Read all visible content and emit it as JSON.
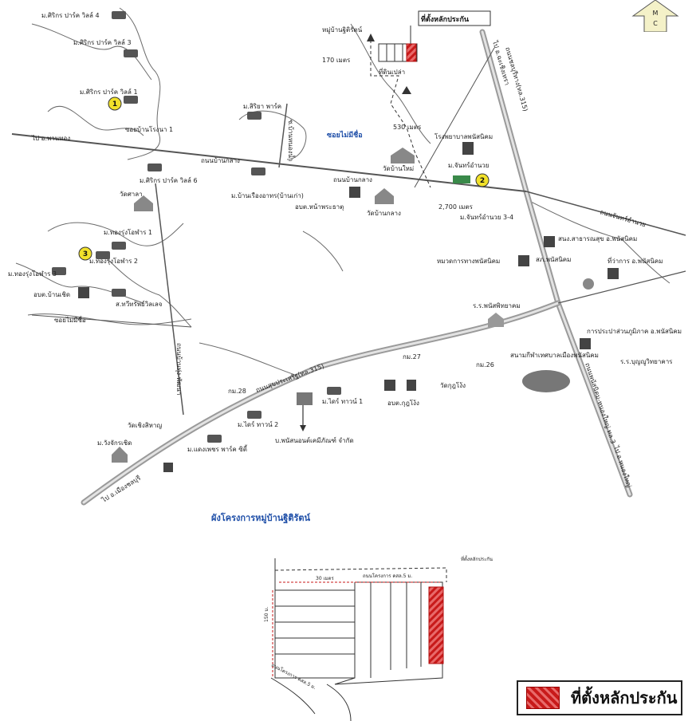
{
  "colors": {
    "accent_red": "#c81a1a",
    "label_blue": "#1f4fa8",
    "pin_yellow": "#f1e12a"
  },
  "compass": {
    "letters": "M\nC",
    "letter_m": "M",
    "letter_c": "C"
  },
  "legend": {
    "label": "ที่ตั้งหลักประกัน"
  },
  "main_map": {
    "collateral_label": "ที่ตั้งหลักประกัน",
    "village_name": "หมู่บ้านฐิติรัตน์",
    "empty_land": "ที่ดินเปล่า",
    "dist_170": "170 เมตร",
    "dist_530": "530 เมตร",
    "dist_2700": "2,700 เมตร",
    "soi_mai_mi_chue": "ซอยไม่มีชื่อ",
    "plan_title": "ผังโครงการหมู่บ้านฐิติรัตน์",
    "places": [
      {
        "id": "sirikorn4",
        "label": "ม.ศิริกร ปาร์ค วิลล์ 4"
      },
      {
        "id": "sirikorn3",
        "label": "ม.ศิริกร ปาร์ค วิลล์ 3"
      },
      {
        "id": "sirikorn1",
        "label": "ม.ศิริกร ปาร์ค วิลล์ 1"
      },
      {
        "id": "soi_bannongna",
        "label": "ซอยบ้านโรงนา 1"
      },
      {
        "id": "to_phanthong",
        "label": "ไป อ.พานทอง"
      },
      {
        "id": "rd_bankhlang",
        "label": "ถนนบ้านกลาง"
      },
      {
        "id": "rd_bankhlang2",
        "label": "ถนนบ้านกลาง"
      },
      {
        "id": "siriya",
        "label": "ม.สิริยา พาร์ค"
      },
      {
        "id": "soi_bannongnam",
        "label": "ซ.บ้านหนองน้ำ"
      },
      {
        "id": "sirikorn6",
        "label": "ม.ศิริกร ปาร์ค วิลล์ 6"
      },
      {
        "id": "watsala",
        "label": "วัดศาลา"
      },
      {
        "id": "banrueang",
        "label": "ม.บ้านเรืองอาทร(บ้านเก่า)"
      },
      {
        "id": "obt_na_phrathat",
        "label": "อบต.หน้าพระธาตุ"
      },
      {
        "id": "wat_bankhlang",
        "label": "วัดบ้านกลาง"
      },
      {
        "id": "wat_banmai",
        "label": "วัดบ้านใหม่"
      },
      {
        "id": "rongkhayaban",
        "label": "โรงพยาบาลพนัสนิคม"
      },
      {
        "id": "chanthamnuay",
        "label": "ม.จันทร์อำนวย"
      },
      {
        "id": "chanthamnuay34",
        "label": "ม.จันทร์อำนวย 3-4"
      },
      {
        "id": "rd_chonburi",
        "label": "ถนนชลบุรีทาง(ทล.315)"
      },
      {
        "id": "to_chachoengsao",
        "label": "ไป อ.ฉะเชิงเทรา"
      },
      {
        "id": "rd_chanthamnuay",
        "label": "ถนนจันทร์อำนวย"
      },
      {
        "id": "thongrung1",
        "label": "ม.ทองรุ่งโอฬาร 1"
      },
      {
        "id": "thongrung2",
        "label": "ม.ทองรุ่งโอฬาร 2"
      },
      {
        "id": "thongrung3",
        "label": "ม.ทองรุ่งโอฬาร 3"
      },
      {
        "id": "obt_banchoet",
        "label": "อบต.บ้านเชิด"
      },
      {
        "id": "s_sawatdi",
        "label": "ส.ทวีทรัพย์วิลเลจ"
      },
      {
        "id": "soi_mai_mi_chue2",
        "label": "ซอยไม่มีชื่อ"
      },
      {
        "id": "salaaw",
        "label": "สนง.สาธารณสุข อ.พนัสนิคม"
      },
      {
        "id": "tamruat",
        "label": "สภ.พนัสนิคม"
      },
      {
        "id": "thiwakan",
        "label": "ที่ว่าการ อ.พนัสนิคม"
      },
      {
        "id": "muan_rachaphan",
        "label": "หมวดการทางพนัสนิคม"
      },
      {
        "id": "rr_phanat",
        "label": "ร.ร.พนัสพิทยาคม"
      },
      {
        "id": "kanprapa",
        "label": "การประปาส่วนภูมิภาค อ.พนัสนิคม"
      },
      {
        "id": "rr_bunyu",
        "label": "ร.ร.บุญญูวิทยาคาร"
      },
      {
        "id": "rd_sukprasoet",
        "label": "ถนนสุขประเสริฐ(ทล.315)"
      },
      {
        "id": "km27",
        "label": "กม.27"
      },
      {
        "id": "km26",
        "label": "กม.26"
      },
      {
        "id": "km28",
        "label": "กม.28"
      },
      {
        "id": "sanam",
        "label": "สนามกีฬาเทศบาลเมืองพนัสนิคม"
      },
      {
        "id": "wat_khuyaeng",
        "label": "วัดกุฎโง้ง"
      },
      {
        "id": "obt_khuyaeng",
        "label": "อบต.กุฎโง้ง"
      },
      {
        "id": "dawn1",
        "label": "ม.ไดร์ ทาวน์ 1"
      },
      {
        "id": "dawn2",
        "label": "ม.ไดร์ ทาวน์ 2"
      },
      {
        "id": "phanat_chemical",
        "label": "บ.พนัสนอนต์เคมีภัณฑ์ จำกัด"
      },
      {
        "id": "rd_banthung",
        "label": "ถนนบ้านทุ่ง-พัฒนา"
      },
      {
        "id": "wat_choeng",
        "label": "วัดเชิงสิหาญ"
      },
      {
        "id": "wangchakchoet",
        "label": "ม.วังจักรเชิด"
      },
      {
        "id": "daenghue",
        "label": "ม.แดงเพชร พาร์ค ซิตี้"
      },
      {
        "id": "to_chonburi",
        "label": "ไป อ.เมืองชลบุรี"
      },
      {
        "id": "rd_phanat_nongyai",
        "label": "ถนนพนัสนิคม-หนองใหญ่ ทล.3"
      },
      {
        "id": "to_nongyai",
        "label": "ไป อ.หนองใหญ่"
      }
    ],
    "pins": [
      {
        "n": "1"
      },
      {
        "n": "2"
      },
      {
        "n": "3"
      }
    ]
  },
  "site_plan": {
    "collateral_label": "ที่ตั้งหลักประกัน",
    "width_label": "30 เมตร",
    "road_top": "ถนนโครงการ คสล.5 ม.",
    "depth_label": "150 ม.",
    "road_bottom": "ถนนโครงการ คสล.5 ม."
  }
}
